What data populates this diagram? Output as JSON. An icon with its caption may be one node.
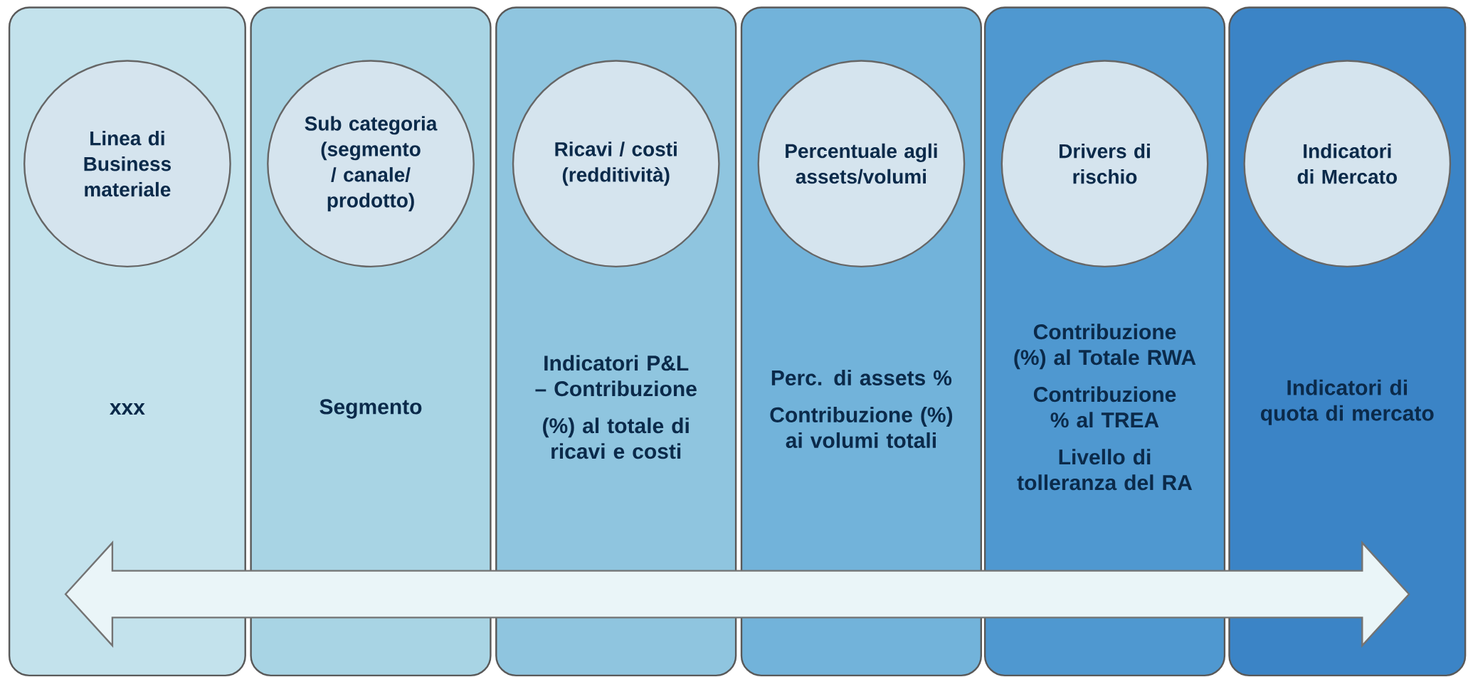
{
  "diagram": {
    "nodes": [
      {
        "text": [
          "xxx"
        ]
      },
      {
        "text": [
          "Linea di Business materiale"
        ],
        "in": 0
      },
      {
        "text": [
          "Segmento"
        ]
      },
      {
        "text": [
          "Sub categoria (segmento / canale/ prodotto)"
        ],
        "in": 2
      },
      {
        "text": [
          "Indicatori P&L – Contribuzione",
          "(%) al totale di ricavi e costi"
        ]
      },
      {
        "text": [
          "Ricavi / costi (redditività)"
        ],
        "in": 4
      },
      {
        "text": [
          "Perc. di assets %",
          "Contribuzione (%) ai volumi totali"
        ]
      },
      {
        "text": [
          "Percentuale agli assets/volumi"
        ],
        "in": 6
      },
      {
        "text": [
          "Contribuzione (%) al Totale RWA",
          "Contribuzione % al TREA",
          "Livello di tolleranza del RA"
        ]
      },
      {
        "text": [
          "Drivers di rischio"
        ],
        "in": 8
      },
      {
        "text": [
          "Indicatori di quota di mercato"
        ]
      },
      {
        "text": [
          "Indicatori di Mercato"
        ],
        "in": 10
      }
    ]
  }
}
